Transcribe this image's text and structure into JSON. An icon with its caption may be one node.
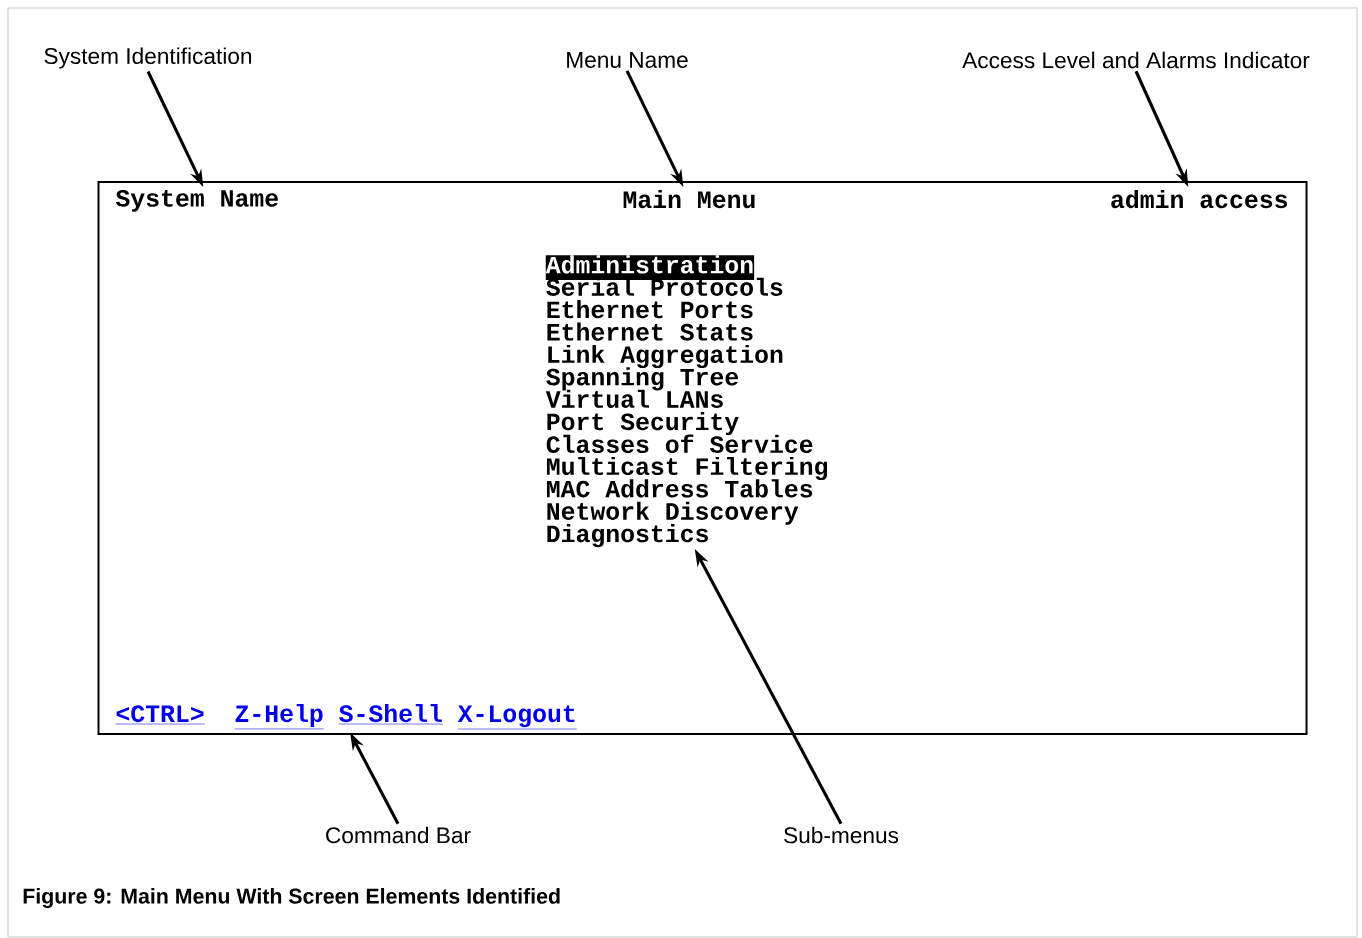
{
  "diagram": {
    "caption": "Figure 9: Main Menu With Screen Elements Identified",
    "nodes": [
      {
        "text": [],
        "shape": "box"
      },
      {
        "text": [
          "System Name"
        ],
        "in": 0
      },
      {
        "text": [
          "Main Menu"
        ],
        "in": 0
      },
      {
        "text": [
          "admin access"
        ],
        "in": 0
      },
      {
        "text": [
          "Administration"
        ],
        "in": 0
      },
      {
        "text": [
          "Serial Protocols"
        ],
        "in": 0
      },
      {
        "text": [
          "Ethernet Ports"
        ],
        "in": 0
      },
      {
        "text": [
          "Ethernet Stats"
        ],
        "in": 0
      },
      {
        "text": [
          "Link Aggregation"
        ],
        "in": 0
      },
      {
        "text": [
          "Spanning Tree"
        ],
        "in": 0
      },
      {
        "text": [
          "Virtual LANs"
        ],
        "in": 0
      },
      {
        "text": [
          "Port Security"
        ],
        "in": 0
      },
      {
        "text": [
          "Classes of Service"
        ],
        "in": 0
      },
      {
        "text": [
          "Multicast Filtering"
        ],
        "in": 0
      },
      {
        "text": [
          "MAC Address Tables"
        ],
        "in": 0
      },
      {
        "text": [
          "Network Discovery"
        ],
        "in": 0
      },
      {
        "text": [
          "Diagnostics"
        ],
        "in": 0
      },
      {
        "text": [
          "<CTRL>",
          "Z-Help",
          "S-Shell",
          "X-Logout"
        ],
        "in": 0
      },
      {
        "text": [
          "System Identification"
        ]
      },
      {
        "text": [
          "Menu Name"
        ]
      },
      {
        "text": [
          "Access Level and Alarms Indicator"
        ]
      },
      {
        "text": [
          "Command Bar"
        ]
      },
      {
        "text": [
          "Sub-menus"
        ]
      }
    ],
    "edges": [
      {
        "from": 18,
        "to": 1,
        "arrow": "to"
      },
      {
        "from": 19,
        "to": 2,
        "arrow": "to"
      },
      {
        "from": 20,
        "to": 3,
        "arrow": "to"
      },
      {
        "from": 21,
        "to": 17,
        "arrow": "to"
      },
      {
        "from": 22,
        "to": 16,
        "arrow": "to"
      }
    ]
  }
}
